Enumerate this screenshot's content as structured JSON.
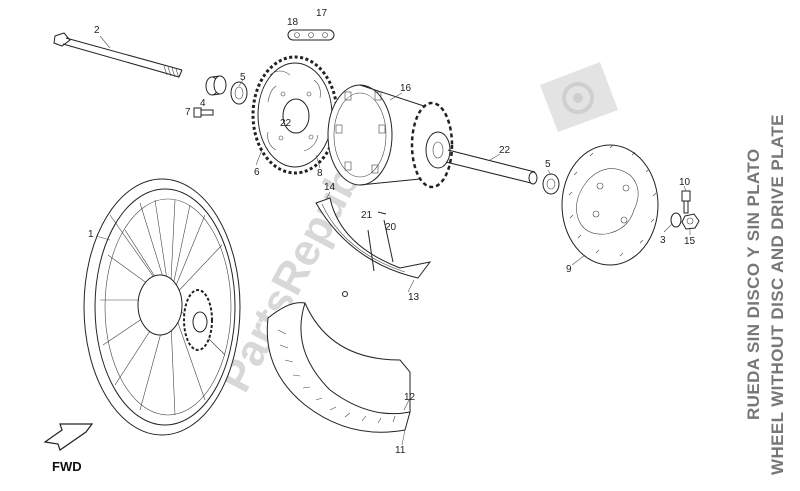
{
  "title": {
    "spanish": "RUEDA SIN DISCO Y SIN PLATO",
    "english": "WHEEL WITHOUT DISC AND DRIVE PLATE"
  },
  "direction_label": "FWD",
  "watermark": "PartsRepublik",
  "callouts": {
    "c1": "1",
    "c2": "2",
    "c3": "3",
    "c4": "4",
    "c5a": "5",
    "c5b": "5",
    "c6": "6",
    "c7": "7",
    "c8": "8",
    "c9": "9",
    "c10": "10",
    "c11": "11",
    "c12": "12",
    "c13": "13",
    "c14": "14",
    "c15": "15",
    "c16": "16",
    "c17": "17",
    "c18": "18",
    "c20": "20",
    "c21": "21",
    "c22a": "22",
    "c22b": "22"
  },
  "colors": {
    "lines": "#222222",
    "title": "#777777",
    "watermark": "#d8d8d8"
  }
}
